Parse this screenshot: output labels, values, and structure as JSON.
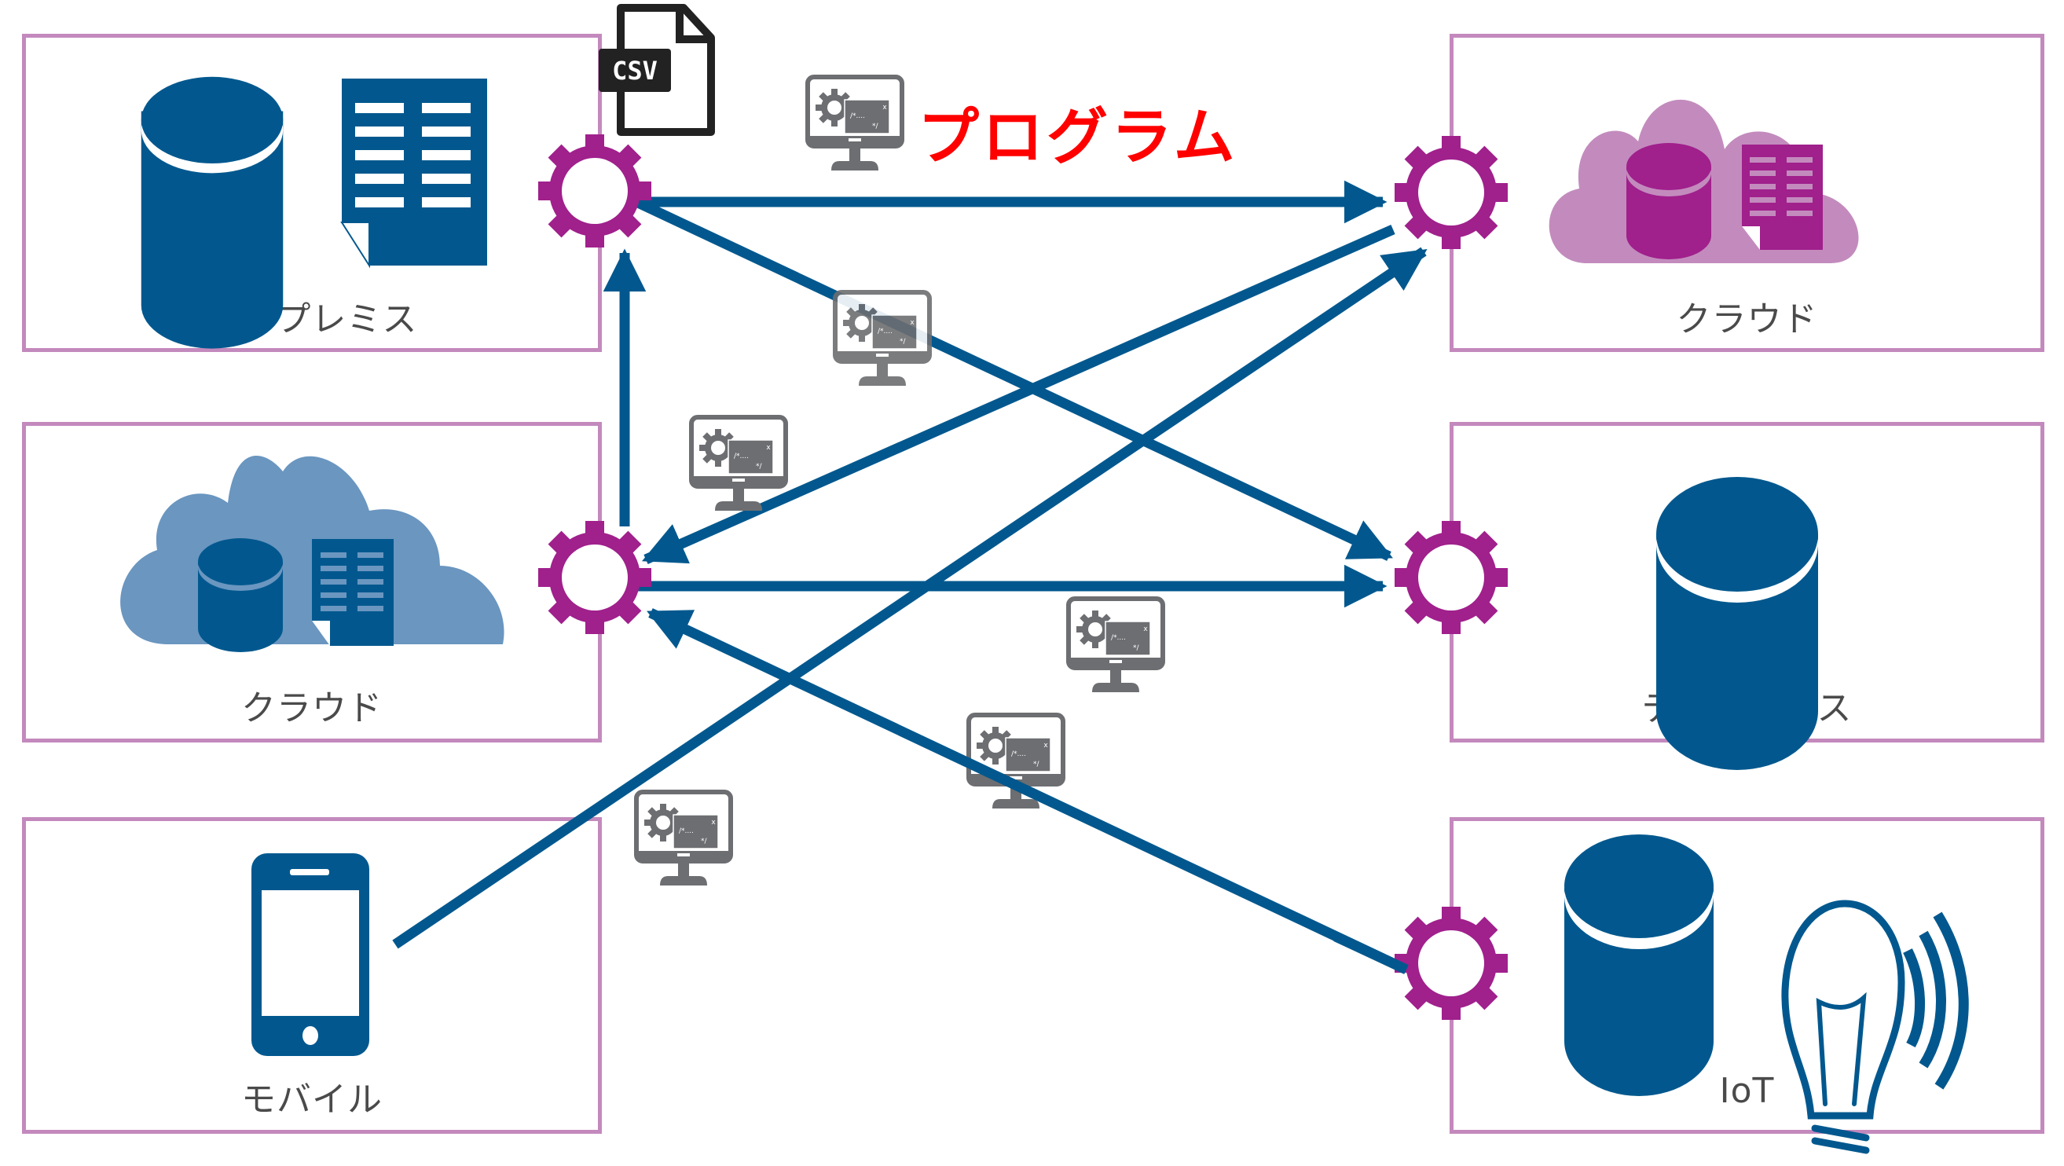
{
  "diagram": {
    "title": "プログラム",
    "title_color": "#ff0000",
    "file_badge": "CSV",
    "colors": {
      "box_border": "#c389bd",
      "connector": "#02588e",
      "gear": "#a0208c",
      "program_icon": "#6d6e71",
      "onprem_icon": "#02588e",
      "cloud_left_fill": "#6a96c0",
      "cloud_right_fill": "#c38bbd",
      "cloud_right_icon": "#a0208c"
    },
    "sources": [
      {
        "id": "onpremise",
        "label": "オンプレミス",
        "icons": [
          "database-icon",
          "document-icon"
        ]
      },
      {
        "id": "cloud-left",
        "label": "クラウド",
        "icons": [
          "cloud-icon",
          "database-icon",
          "document-icon"
        ]
      },
      {
        "id": "mobile",
        "label": "モバイル",
        "icons": [
          "smartphone-icon"
        ]
      }
    ],
    "targets": [
      {
        "id": "cloud-right",
        "label": "クラウド",
        "icons": [
          "cloud-icon",
          "database-icon",
          "document-icon"
        ]
      },
      {
        "id": "database",
        "label": "データベース",
        "icons": [
          "database-icon"
        ]
      },
      {
        "id": "iot",
        "label": "IoT",
        "icons": [
          "database-icon",
          "lightbulb-icon",
          "wireless-signal-icon"
        ]
      }
    ],
    "connections": [
      {
        "from": "onpremise",
        "to": "cloud-right",
        "arrow": "to"
      },
      {
        "from": "onpremise",
        "to": "database",
        "arrow": "to"
      },
      {
        "from": "cloud-left",
        "to": "onpremise",
        "arrow": "to"
      },
      {
        "from": "cloud-right",
        "to": "cloud-left",
        "arrow": "to"
      },
      {
        "from": "cloud-left",
        "to": "database",
        "arrow": "to"
      },
      {
        "from": "iot",
        "to": "cloud-left",
        "arrow": "to"
      },
      {
        "from": "mobile",
        "to": "cloud-right",
        "arrow": "to"
      }
    ],
    "program_icon_count": 6,
    "program_icon_text": {
      "open": "/*....",
      "close": "*/",
      "close_x": "x"
    }
  }
}
